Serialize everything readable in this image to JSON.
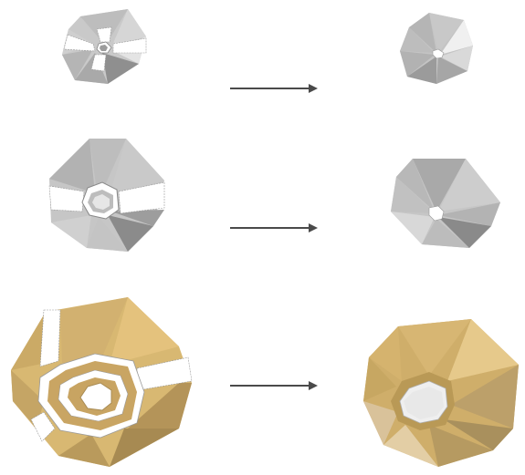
{
  "colors": {
    "background": "#ffffff",
    "arrow": "#4a4a4a",
    "gray_light": "#d2d2d2",
    "gray_mid": "#b3b3b3",
    "gray_dark": "#8a8a8a",
    "gold_light": "#e3c47f",
    "gold_mid": "#cfae6a",
    "gold_dark": "#a88b54",
    "gap_white": "#ffffff",
    "cut_line": "#9a9a9a"
  },
  "rows": [
    {
      "id": "small",
      "material": "gray",
      "before": "exploded-dodecahedral-shell",
      "after": "assembled-dodecahedral-shell"
    },
    {
      "id": "medium",
      "material": "gray",
      "before": "exploded-dodecahedral-shell",
      "after": "assembled-dodecahedral-shell"
    },
    {
      "id": "large",
      "material": "gold",
      "before": "exploded-dodecahedral-shell",
      "after": "assembled-dodecahedral-shell"
    }
  ],
  "arrows": [
    {
      "from": "small-before",
      "to": "small-after",
      "icon": "right-arrow-icon"
    },
    {
      "from": "medium-before",
      "to": "medium-after",
      "icon": "right-arrow-icon"
    },
    {
      "from": "large-before",
      "to": "large-after",
      "icon": "right-arrow-icon"
    }
  ]
}
